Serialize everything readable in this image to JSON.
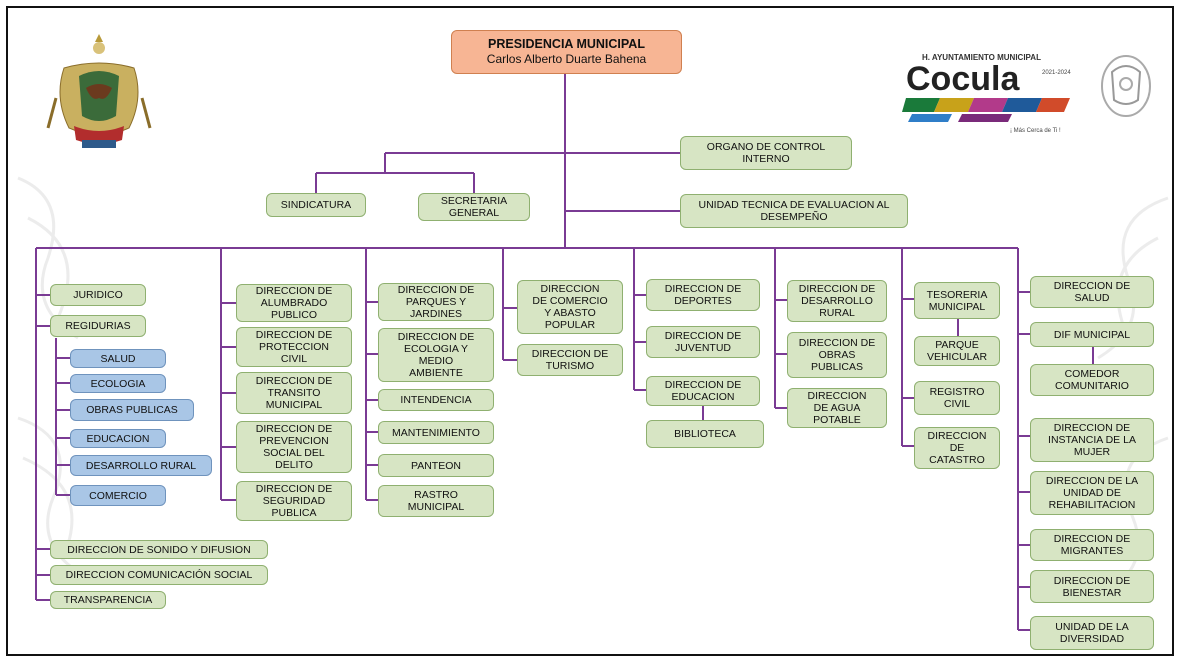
{
  "top": {
    "title": "PRESIDENCIA MUNICIPAL",
    "name": "Carlos Alberto Duarte Bahena"
  },
  "logo": {
    "header": "H. AYUNTAMIENTO  MUNICIPAL",
    "name": "Cocula",
    "years": "2021-2024",
    "slogan": "¡ Más Cerca de Ti !"
  },
  "boxes": {
    "organo_control": "ORGANO DE CONTROL\nINTERNO",
    "sindicatura": "SINDICATURA",
    "secretaria": "SECRETARIA\nGENERAL",
    "unidad_tecnica": "UNIDAD TECNICA DE EVALUACION AL\nDESEMPEÑO",
    "juridico": "JURIDICO",
    "regidurias": "REGIDURIAS",
    "reg_salud": "SALUD",
    "reg_ecologia": "ECOLOGIA",
    "reg_obras": "OBRAS PUBLICAS",
    "reg_educacion": "EDUCACION",
    "reg_desarrollo": "DESARROLLO RURAL",
    "reg_comercio": "COMERCIO",
    "sonido": "DIRECCION DE SONIDO Y DIFUSION",
    "comunicacion": "DIRECCION COMUNICACIÓN SOCIAL",
    "transparencia": "TRANSPARENCIA",
    "alumbrado": "DIRECCION DE\nALUMBRADO\nPUBLICO",
    "proteccion": "DIRECCION DE\nPROTECCION\nCIVIL",
    "transito": "DIRECCION DE\nTRANSITO\nMUNICIPAL",
    "prevencion": "DIRECCION DE\nPREVENCION\nSOCIAL DEL\nDELITO",
    "seguridad": "DIRECCION DE\nSEGURIDAD\nPUBLICA",
    "parques": "DIRECCION DE\nPARQUES Y\nJARDINES",
    "ecologia": "DIRECCION DE\nECOLOGIA Y\nMEDIO\nAMBIENTE",
    "intendencia": "INTENDENCIA",
    "mantenimiento": "MANTENIMIENTO",
    "panteon": "PANTEON",
    "rastro": "RASTRO\nMUNICIPAL",
    "comercio": "DIRECCION\nDE COMERCIO\nY ABASTO\nPOPULAR",
    "turismo": "DIRECCION DE\nTURISMO",
    "deportes": "DIRECCION DE\nDEPORTES",
    "juventud": "DIRECCION DE\nJUVENTUD",
    "educacion": "DIRECCION DE\nEDUCACION",
    "biblioteca": "BIBLIOTECA",
    "desarrollo_rural": "DIRECCION DE\nDESARROLLO\nRURAL",
    "obras_publicas": "DIRECCION DE\nOBRAS\nPUBLICAS",
    "agua": "DIRECCION\nDE AGUA\nPOTABLE",
    "tesoreria": "TESORERIA\nMUNICIPAL",
    "parque_vehicular": "PARQUE\nVEHICULAR",
    "registro_civil": "REGISTRO\nCIVIL",
    "catastro": "DIRECCION\nDE\nCATASTRO",
    "salud": "DIRECCION DE\nSALUD",
    "dif": "DIF MUNICIPAL",
    "comedor": "COMEDOR\nCOMUNITARIO",
    "instancia_mujer": "DIRECCION DE\nINSTANCIA DE LA\nMUJER",
    "rehabilitacion": "DIRECCION DE LA\nUNIDAD DE\nREHABILITACION",
    "migrantes": "DIRECCION DE\nMIGRANTES",
    "bienestar": "DIRECCION DE\nBIENESTAR",
    "diversidad": "UNIDAD DE LA\nDIVERSIDAD"
  }
}
